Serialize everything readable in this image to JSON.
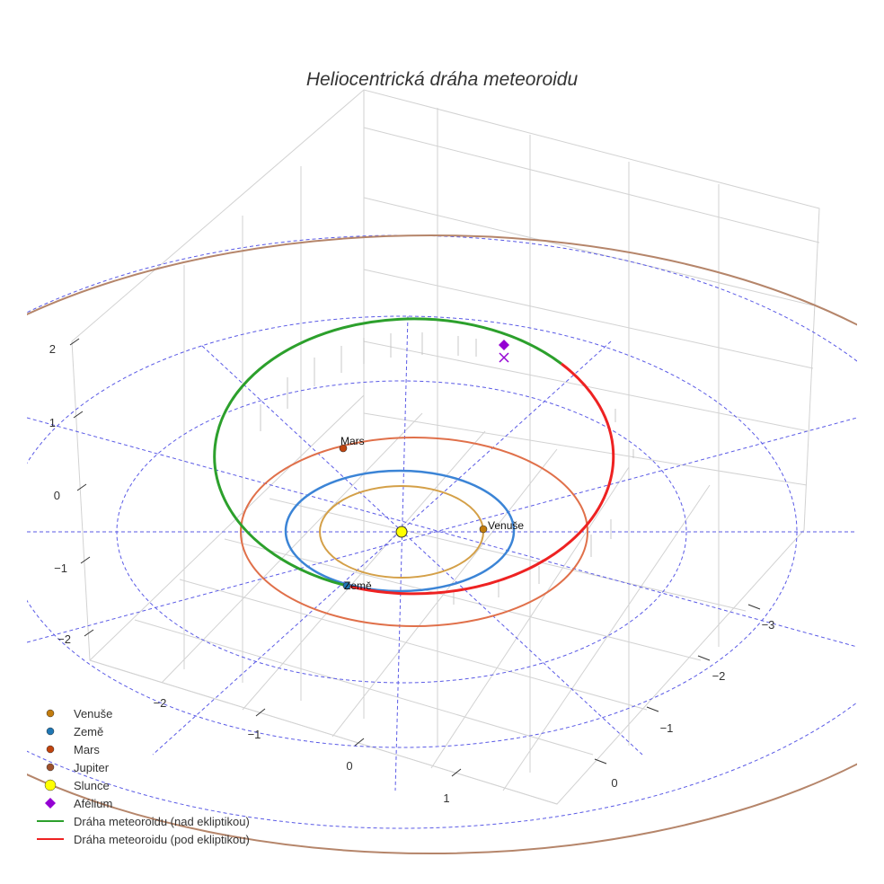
{
  "chart_data": {
    "type": "scatter3d",
    "title": "Heliocentrická dráha meteoroidu",
    "axes": {
      "x": {
        "ticks": [
          "−2",
          "−1",
          "0",
          "1"
        ]
      },
      "y": {
        "ticks": [
          "−3",
          "−2",
          "−1",
          "0"
        ]
      },
      "z": {
        "ticks": [
          "2",
          "1",
          "0",
          "−1",
          "−2"
        ]
      }
    },
    "bodies": [
      {
        "name": "Venuše",
        "label": "Venuše",
        "color": "#c27c0e",
        "orbit_color": "#d4a048",
        "orbit_radius_au": 0.72
      },
      {
        "name": "Země",
        "label": "Země",
        "color": "#1f77b4",
        "orbit_color": "#3b84d6",
        "orbit_radius_au": 1.0
      },
      {
        "name": "Mars",
        "label": "Mars",
        "color": "#c1440e",
        "orbit_color": "#e0704a",
        "orbit_radius_au": 1.52
      },
      {
        "name": "Jupiter",
        "color": "#a0522d",
        "orbit_color": "#b5856a",
        "orbit_radius_au": 5.2
      },
      {
        "name": "Slunce",
        "color": "#ffff00"
      }
    ],
    "aphelion": {
      "name": "Afélium",
      "color": "#9400d3"
    },
    "meteoroid_orbit": {
      "above": {
        "name": "Dráha meteoroidu (nad ekliptikou)",
        "color": "#2ca02c"
      },
      "below": {
        "name": "Dráha meteoroidu (pod ekliptikou)",
        "color": "#ee2222"
      }
    },
    "legend": [
      "Venuše",
      "Země",
      "Mars",
      "Jupiter",
      "Slunce",
      "Afélium",
      "Dráha meteoroidu (nad ekliptikou)",
      "Dráha meteoroidu (pod ekliptikou)"
    ],
    "legend_placement": "bottom-left"
  }
}
